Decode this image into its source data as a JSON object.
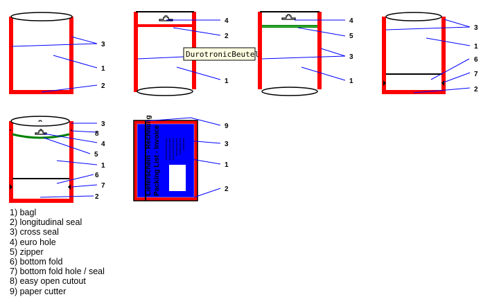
{
  "tooltip": "DurotronicBeutel",
  "bag1": {
    "labels": [
      "3",
      "1",
      "2"
    ]
  },
  "bag2": {
    "labels": [
      "4",
      "2",
      "1"
    ]
  },
  "bag3": {
    "labels": [
      "4",
      "5",
      "3",
      "1"
    ]
  },
  "bag4": {
    "labels": [
      "3",
      "1",
      "6",
      "7",
      "2"
    ]
  },
  "bag5": {
    "labels": [
      "3",
      "8",
      "4",
      "5",
      "1",
      "6",
      "7",
      "2"
    ]
  },
  "bag6": {
    "labels": [
      "9",
      "3",
      "1",
      "2"
    ],
    "text_line1": "Lieferschein - Rechnung",
    "text_line2": "Packing List - Invoice"
  },
  "colors": {
    "seal": "#ff0000",
    "zipper": "#008000",
    "pointer": "#0000ff",
    "pouch": "#0000ff"
  },
  "legend": [
    "1) bagl",
    "2) longitudinal seal",
    "3) cross seal",
    "4) euro hole",
    "5) zipper",
    "6) bottom fold",
    "7) bottom fold hole / seal",
    "8) easy open cutout",
    "9) paper cutter"
  ]
}
